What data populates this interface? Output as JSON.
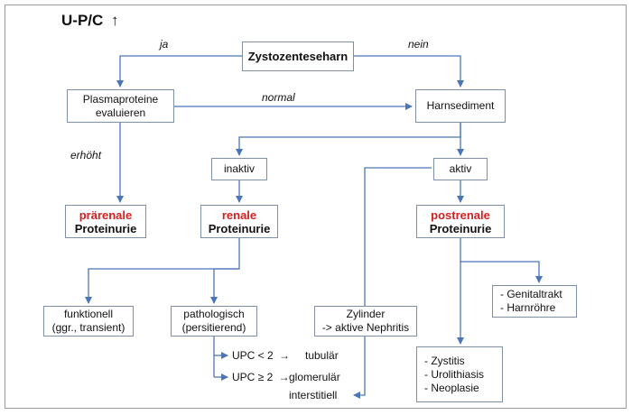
{
  "title": "U-P/C",
  "title_arrow": "↑",
  "nodes": {
    "root": "Zystozenteseharn",
    "plasma": [
      "Plasmaproteine",
      "evaluieren"
    ],
    "sediment": "Harnsediment",
    "inaktiv": "inaktiv",
    "aktiv": "aktiv",
    "praerenal": {
      "name": "prärenale",
      "sub": "Proteinurie"
    },
    "renal": {
      "name": "renale",
      "sub": "Proteinurie"
    },
    "postrenal": {
      "name": "postrenale",
      "sub": "Proteinurie"
    },
    "funktionell": [
      "funktionell",
      "(ggr., transient)"
    ],
    "pathologisch": [
      "pathologisch",
      "(persitierend)"
    ],
    "zylinder": [
      "Zylinder",
      "-> aktive Nephritis"
    ],
    "genital": [
      "- Genitaltrakt",
      "- Harnröhre"
    ],
    "zystitis": [
      "- Zystitis",
      "- Urolithiasis",
      "- Neoplasie"
    ]
  },
  "edge_labels": {
    "ja": "ja",
    "nein": "nein",
    "normal": "normal",
    "erhoeht": "erhöht"
  },
  "upc": {
    "lt": "UPC < 2",
    "lt_result": "tubulär",
    "ge": "UPC ≥ 2",
    "ge_result": "glomerulär",
    "interstitiell": "interstitiell"
  },
  "colors": {
    "line": "#4a76b8",
    "border": "#7f8fa8",
    "emphasis": "#d42020"
  }
}
